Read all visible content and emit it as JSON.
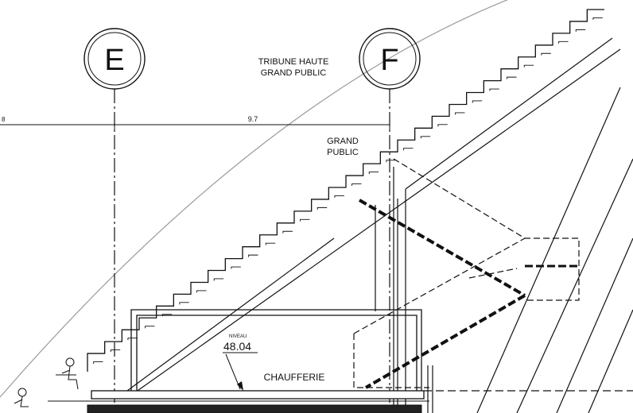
{
  "gridlines": [
    {
      "id": "E",
      "label": "E"
    },
    {
      "id": "F",
      "label": "F"
    }
  ],
  "dimension": {
    "left_value": "8",
    "value": "9.7"
  },
  "labels": {
    "tribune_line1": "TRIBUNE HAUTE",
    "tribune_line2": "GRAND PUBLIC",
    "grand_line1": "GRAND",
    "grand_line2": "PUBLIC",
    "niveau_caption": "NIVEAU",
    "niveau_value": "48.04",
    "chaufferie": "CHAUFFERIE"
  },
  "colors": {
    "ink": "#111111",
    "arc": "#9a9a9a",
    "background": "#ffffff"
  }
}
